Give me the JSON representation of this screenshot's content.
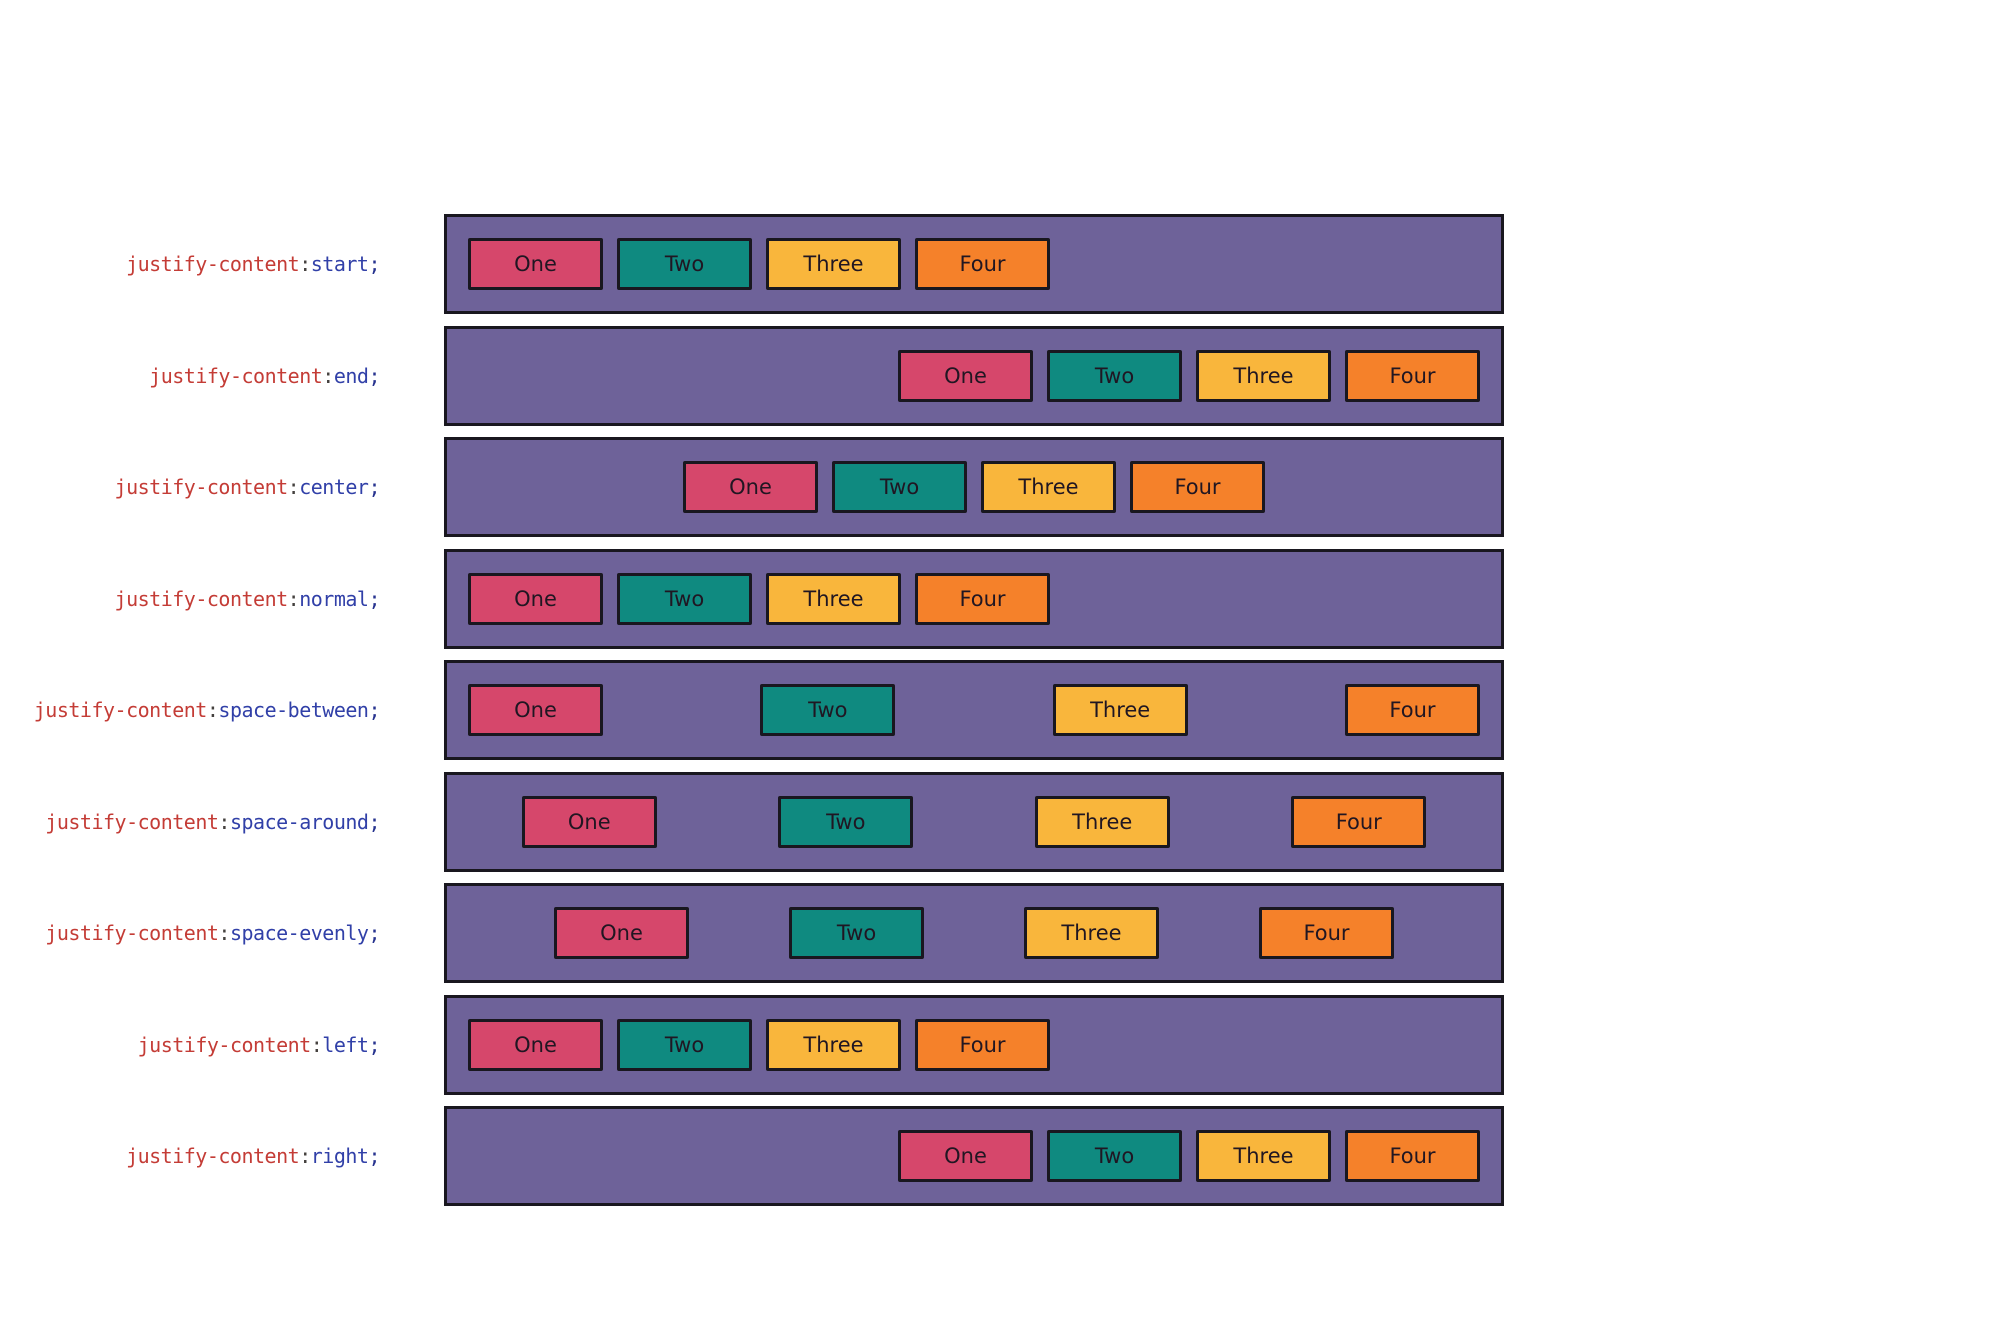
{
  "syntax": {
    "colon": ":",
    "semicolon": ";"
  },
  "items": [
    "One",
    "Two",
    "Three",
    "Four"
  ],
  "rows": [
    {
      "property": "justify-content",
      "value": "start"
    },
    {
      "property": "justify-content",
      "value": "end"
    },
    {
      "property": "justify-content",
      "value": "center"
    },
    {
      "property": "justify-content",
      "value": "normal"
    },
    {
      "property": "justify-content",
      "value": "space-between"
    },
    {
      "property": "justify-content",
      "value": "space-around"
    },
    {
      "property": "justify-content",
      "value": "space-evenly"
    },
    {
      "property": "justify-content",
      "value": "left"
    },
    {
      "property": "justify-content",
      "value": "right"
    }
  ],
  "colors": {
    "page_background": "#ffffff",
    "container_background": "#6e6299",
    "container_border": "#19171f",
    "item_border": "#19171f",
    "item_text": "#201622",
    "item_one": "#d6476b",
    "item_two": "#0f8a80",
    "item_three": "#f9b63c",
    "item_four": "#f5812a",
    "label_property": "#c43c36",
    "label_colon": "#44403e",
    "label_value": "#3140a8",
    "label_semicolon": "#27338f"
  }
}
